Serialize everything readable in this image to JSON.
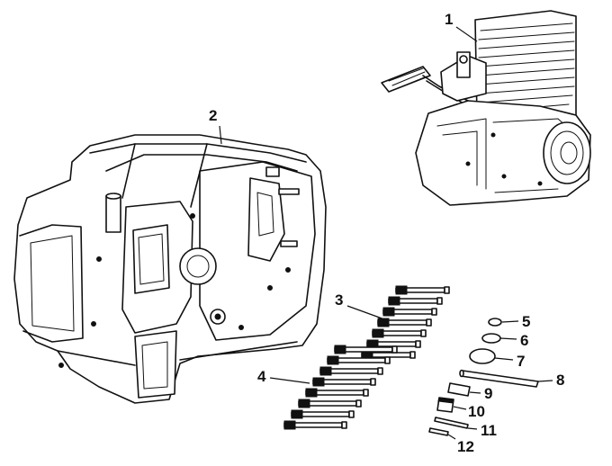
{
  "diagram": {
    "callouts": [
      "1",
      "2",
      "3",
      "4",
      "5",
      "6",
      "7",
      "8",
      "9",
      "10",
      "11",
      "12"
    ]
  },
  "colors": {
    "ink": "#111111",
    "paper": "#ffffff"
  }
}
